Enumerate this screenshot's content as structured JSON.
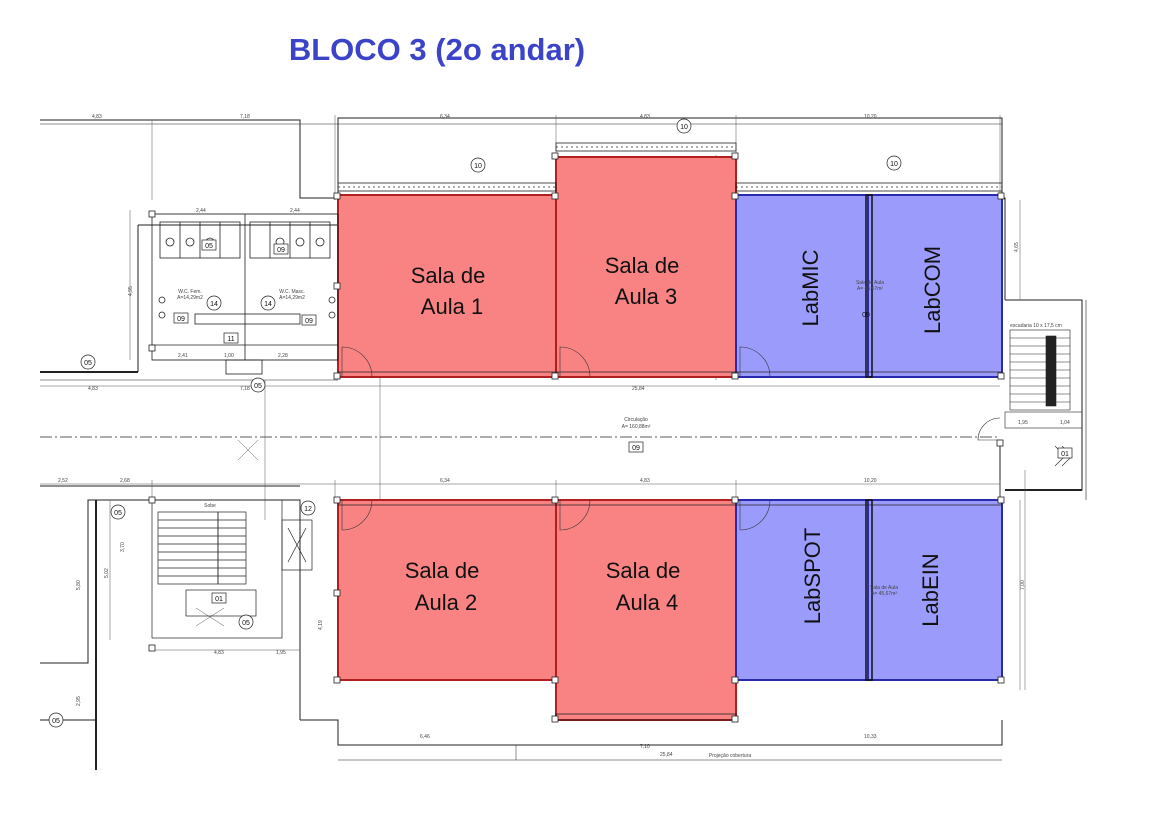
{
  "title": "BLOCO 3 (2o andar)",
  "colors": {
    "title": "#3b44c8",
    "classroom": "#f98383",
    "lab": "#9b9bfc",
    "line": "#222222"
  },
  "rooms": {
    "sala1": {
      "line1": "Sala de",
      "line2": "Aula 1"
    },
    "sala3": {
      "line1": "Sala de",
      "line2": "Aula 3"
    },
    "sala2": {
      "line1": "Sala de",
      "line2": "Aula 2"
    },
    "sala4": {
      "line1": "Sala de",
      "line2": "Aula 4"
    },
    "labmic": "LabMIC",
    "labcom": "LabCOM",
    "labspot": "LabSPOT",
    "labein": "LabEIN"
  },
  "plan_text": {
    "circulacao": "Circulação",
    "circulacao_area": "A= 160,88m²",
    "sala_aula_top": "Sala de Aula",
    "sala_aula_top_area": "A= 45,67m²",
    "sala_aula_bottom": "Sala de Aula",
    "sala_aula_bottom_area": "A= 45,67m²",
    "wc_fem": "W.C. Fem.",
    "wc_fem_area": "A=14,29m2",
    "wc_masc": "W.C. Masc.",
    "wc_masc_area": "A=14,29m2",
    "escada": "escadaria 10 x 17,5 cm",
    "subida": "Sobe",
    "projecao": "Projeção cobertura"
  },
  "tags": {
    "t10a": "10",
    "t10b": "10",
    "t10c": "10",
    "t05a": "05",
    "t05b": "05",
    "t05c": "05",
    "t05d": "05",
    "t05e": "05",
    "t05f": "05",
    "t09a": "09",
    "t09b": "09",
    "t09c": "09",
    "t09d": "09",
    "t09e": "09",
    "t14a": "14",
    "t14b": "14",
    "t11": "11",
    "t12": "12",
    "t01a": "01",
    "t01b": "01"
  },
  "dims": {
    "d1": "4,83",
    "d2": "7,18",
    "d3": "6,34",
    "d4": "4,83",
    "d5": "10,20",
    "d6": "2,44",
    "d7": "2,44",
    "d8": "2,41",
    "d9": "1,00",
    "d10": "2,28",
    "d11": "4,83",
    "d12": "7,18",
    "d13": "25,84",
    "d14": "1,95",
    "d15": "1,04",
    "d16": "2,52",
    "d17": "2,68",
    "d18": "6,34",
    "d19": "4,83",
    "d20": "10,20",
    "d21": "4,83",
    "d22": "1,95",
    "d23": "6,46",
    "d24": "7,10",
    "d25": "10,33",
    "d26": "25,84",
    "d27": "5,80",
    "d28": "2,95",
    "d29": "4,19",
    "d30": "7,00",
    "d31": "4,65",
    "d32": "4,95",
    "d33": "5,02",
    "d34": "3,70"
  }
}
